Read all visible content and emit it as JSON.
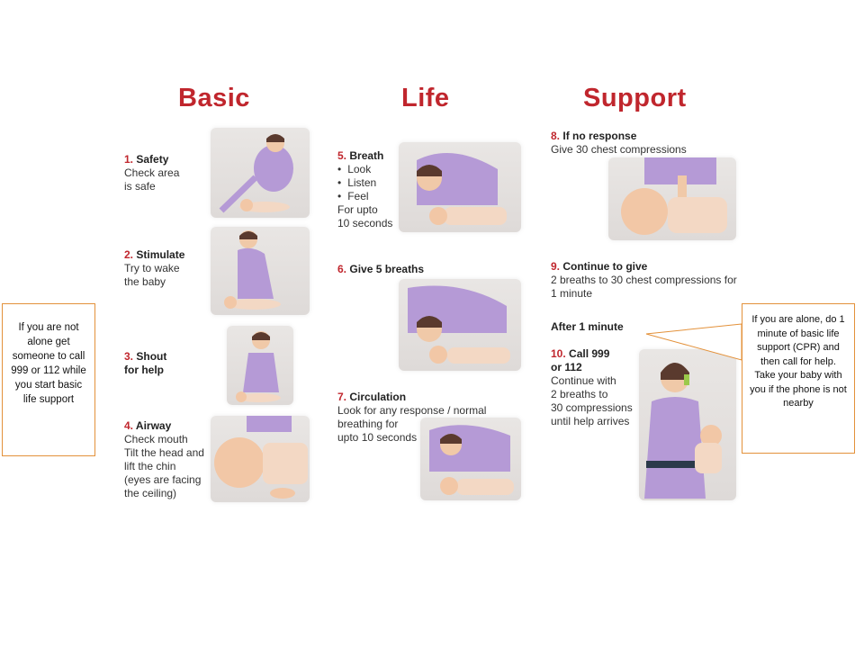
{
  "titles": [
    "Basic",
    "Life",
    "Support"
  ],
  "steps": {
    "s1": {
      "num": "1.",
      "head": "Safety",
      "lines": [
        "Check area",
        "is safe"
      ]
    },
    "s2": {
      "num": "2.",
      "head": "Stimulate",
      "lines": [
        "Try to wake",
        "the baby"
      ]
    },
    "s3": {
      "num": "3.",
      "head": "Shout",
      "head2": "for help"
    },
    "s4": {
      "num": "4.",
      "head": "Airway",
      "lines": [
        "Check mouth",
        "Tilt the head and",
        "lift the chin",
        "(eyes are facing",
        "the ceiling)"
      ]
    },
    "s5": {
      "num": "5.",
      "head": "Breath",
      "bullets": [
        "Look",
        "Listen",
        "Feel"
      ],
      "lines": [
        "For upto",
        "10 seconds"
      ]
    },
    "s6": {
      "num": "6.",
      "head": "Give 5 breaths"
    },
    "s7": {
      "num": "7.",
      "head": "Circulation",
      "lines": [
        "Look for any response / normal",
        "breathing for",
        "upto 10 seconds"
      ]
    },
    "s8": {
      "num": "8.",
      "head": "If no response",
      "lines": [
        "Give 30 chest compressions"
      ]
    },
    "s9": {
      "num": "9.",
      "head": "Continue to give",
      "lines": [
        "2 breaths to 30 chest compressions for",
        "1 minute"
      ]
    },
    "after": "After 1 minute",
    "s10": {
      "num": "10.",
      "head": "Call 999",
      "head2": "or 112",
      "lines": [
        "Continue with",
        "2 breaths to",
        "30 compressions",
        "until help arrives"
      ]
    }
  },
  "notes": {
    "left": "If you are not alone get someone to call 999 or 112 while you start basic life support",
    "right_1": "If you are alone, do 1 minute of basic life support (CPR) and then call for help.",
    "right_2": "Take your baby with you if the phone is not nearby"
  },
  "colors": {
    "title": "#c0262d",
    "note_border": "#e3913a",
    "uniform": "#b59ad6"
  }
}
